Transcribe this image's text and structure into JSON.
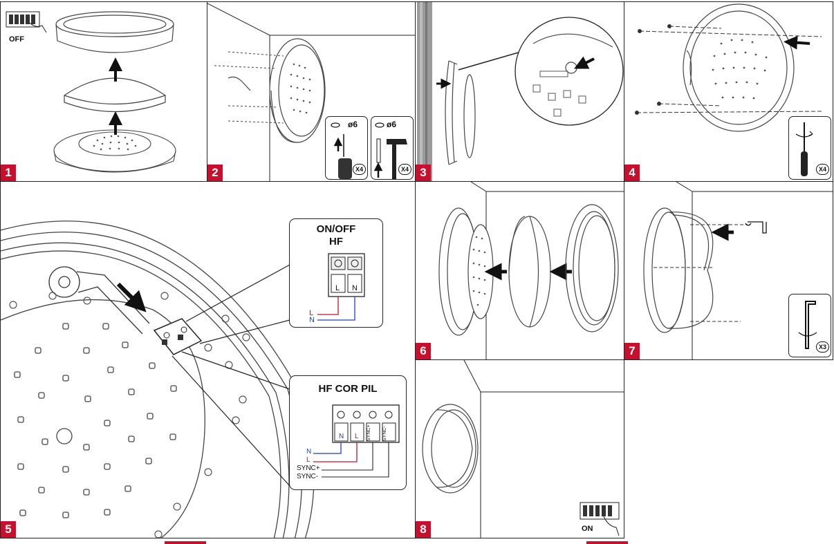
{
  "colors": {
    "step_badge": "#c8102e",
    "line": "#222222",
    "wire_live": "#c8102e",
    "wire_neutral": "#1f3fbf"
  },
  "steps": [
    {
      "number": "1",
      "switch_label": "OFF"
    },
    {
      "number": "2",
      "tools": [
        {
          "hole": "ø6",
          "qty": "X4"
        },
        {
          "hole": "ø6",
          "qty": "X4"
        }
      ]
    },
    {
      "number": "3"
    },
    {
      "number": "4",
      "tool_qty": "X4"
    },
    {
      "number": "5",
      "callout_onoff": {
        "title1": "ON/OFF",
        "title2": "HF",
        "terminals": [
          "L",
          "N"
        ],
        "wires": [
          "L",
          "N"
        ]
      },
      "callout_hfcor": {
        "title": "HF COR PIL",
        "terminals": [
          "N",
          "L",
          "SYNC+",
          "SYNC-"
        ],
        "wires": [
          "N",
          "L",
          "SYNC+",
          "SYNC-"
        ]
      }
    },
    {
      "number": "6"
    },
    {
      "number": "7",
      "tool_qty": "X3"
    },
    {
      "number": "8",
      "switch_label": "ON"
    }
  ]
}
